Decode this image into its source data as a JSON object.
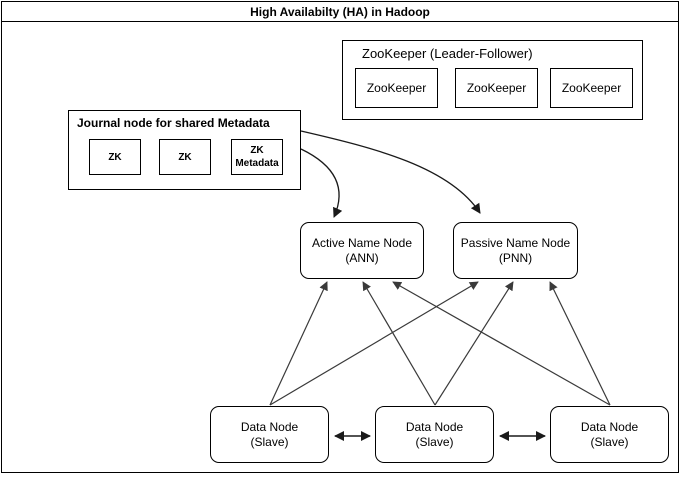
{
  "title": "High Availabilty (HA) in Hadoop",
  "zookeeper": {
    "label": "ZooKeeper (Leader-Follower)",
    "nodes": [
      {
        "label": "ZooKeeper"
      },
      {
        "label": "ZooKeeper"
      },
      {
        "label": "ZooKeeper"
      }
    ]
  },
  "journal": {
    "label": "Journal node for shared Metadata",
    "nodes": [
      {
        "label": "ZK"
      },
      {
        "label": "ZK"
      },
      {
        "label": "ZK",
        "sublabel": "Metadata"
      }
    ]
  },
  "name_nodes": {
    "active": {
      "line1": "Active Name Node",
      "line2": "(ANN)"
    },
    "passive": {
      "line1": "Passive Name Node",
      "line2": "(PNN)"
    }
  },
  "data_nodes": [
    {
      "line1": "Data Node",
      "line2": "(Slave)"
    },
    {
      "line1": "Data Node",
      "line2": "(Slave)"
    },
    {
      "line1": "Data Node",
      "line2": "(Slave)"
    }
  ],
  "connections": [
    {
      "from": "journal-group",
      "to": "active-name-node",
      "style": "curved-arrow"
    },
    {
      "from": "journal-group",
      "to": "passive-name-node",
      "style": "curved-arrow"
    },
    {
      "from": "data-node-1",
      "to": "active-name-node",
      "style": "arrow"
    },
    {
      "from": "data-node-1",
      "to": "passive-name-node",
      "style": "arrow"
    },
    {
      "from": "data-node-2",
      "to": "active-name-node",
      "style": "arrow"
    },
    {
      "from": "data-node-2",
      "to": "passive-name-node",
      "style": "arrow"
    },
    {
      "from": "data-node-3",
      "to": "active-name-node",
      "style": "arrow"
    },
    {
      "from": "data-node-3",
      "to": "passive-name-node",
      "style": "arrow"
    },
    {
      "from": "data-node-1",
      "to": "data-node-2",
      "style": "double-arrow"
    },
    {
      "from": "data-node-2",
      "to": "data-node-3",
      "style": "double-arrow"
    }
  ],
  "colors": {
    "stroke": "#000000",
    "connector": "#3a3a3a",
    "background": "#ffffff"
  }
}
